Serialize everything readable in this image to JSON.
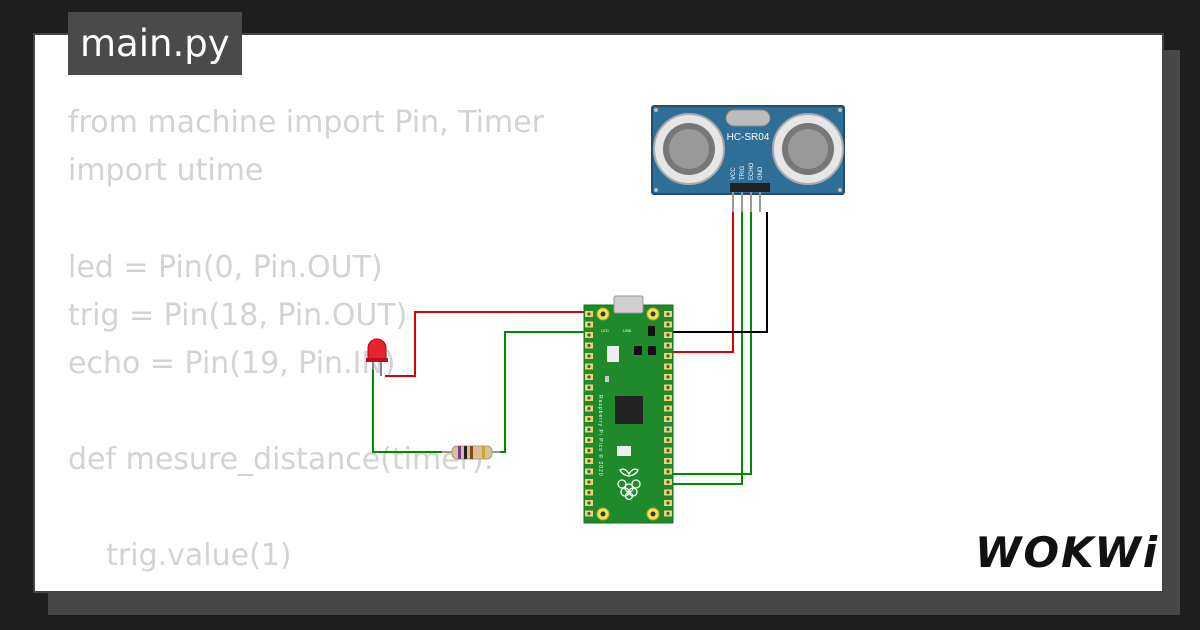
{
  "file_tab": {
    "label": "main.py"
  },
  "code_lines": [
    "from machine import Pin, Timer",
    "import utime",
    "",
    "led = Pin(0, Pin.OUT)",
    "trig = Pin(18, Pin.OUT)",
    "echo = Pin(19, Pin.IN)",
    "",
    "def mesure_distance(timer):",
    "",
    "    trig.value(1)"
  ],
  "sensor": {
    "label": "HC-SR04",
    "pins": [
      "VCC",
      "TRIG",
      "ECHO",
      "GND"
    ]
  },
  "pico": {
    "board_text": "Raspberry Pi Pico © 2020",
    "led_label": "LED",
    "usb_label": "USB"
  },
  "brand": {
    "logo_text": "WOKWi"
  },
  "colors": {
    "wire_red": "#e00000",
    "wire_green": "#008a00",
    "wire_black": "#000000",
    "pcb_green": "#1f8a2c",
    "sensor_blue": "#2e6e97",
    "code_text": "#d3d3d3",
    "tab_bg": "#4a4a4a"
  }
}
